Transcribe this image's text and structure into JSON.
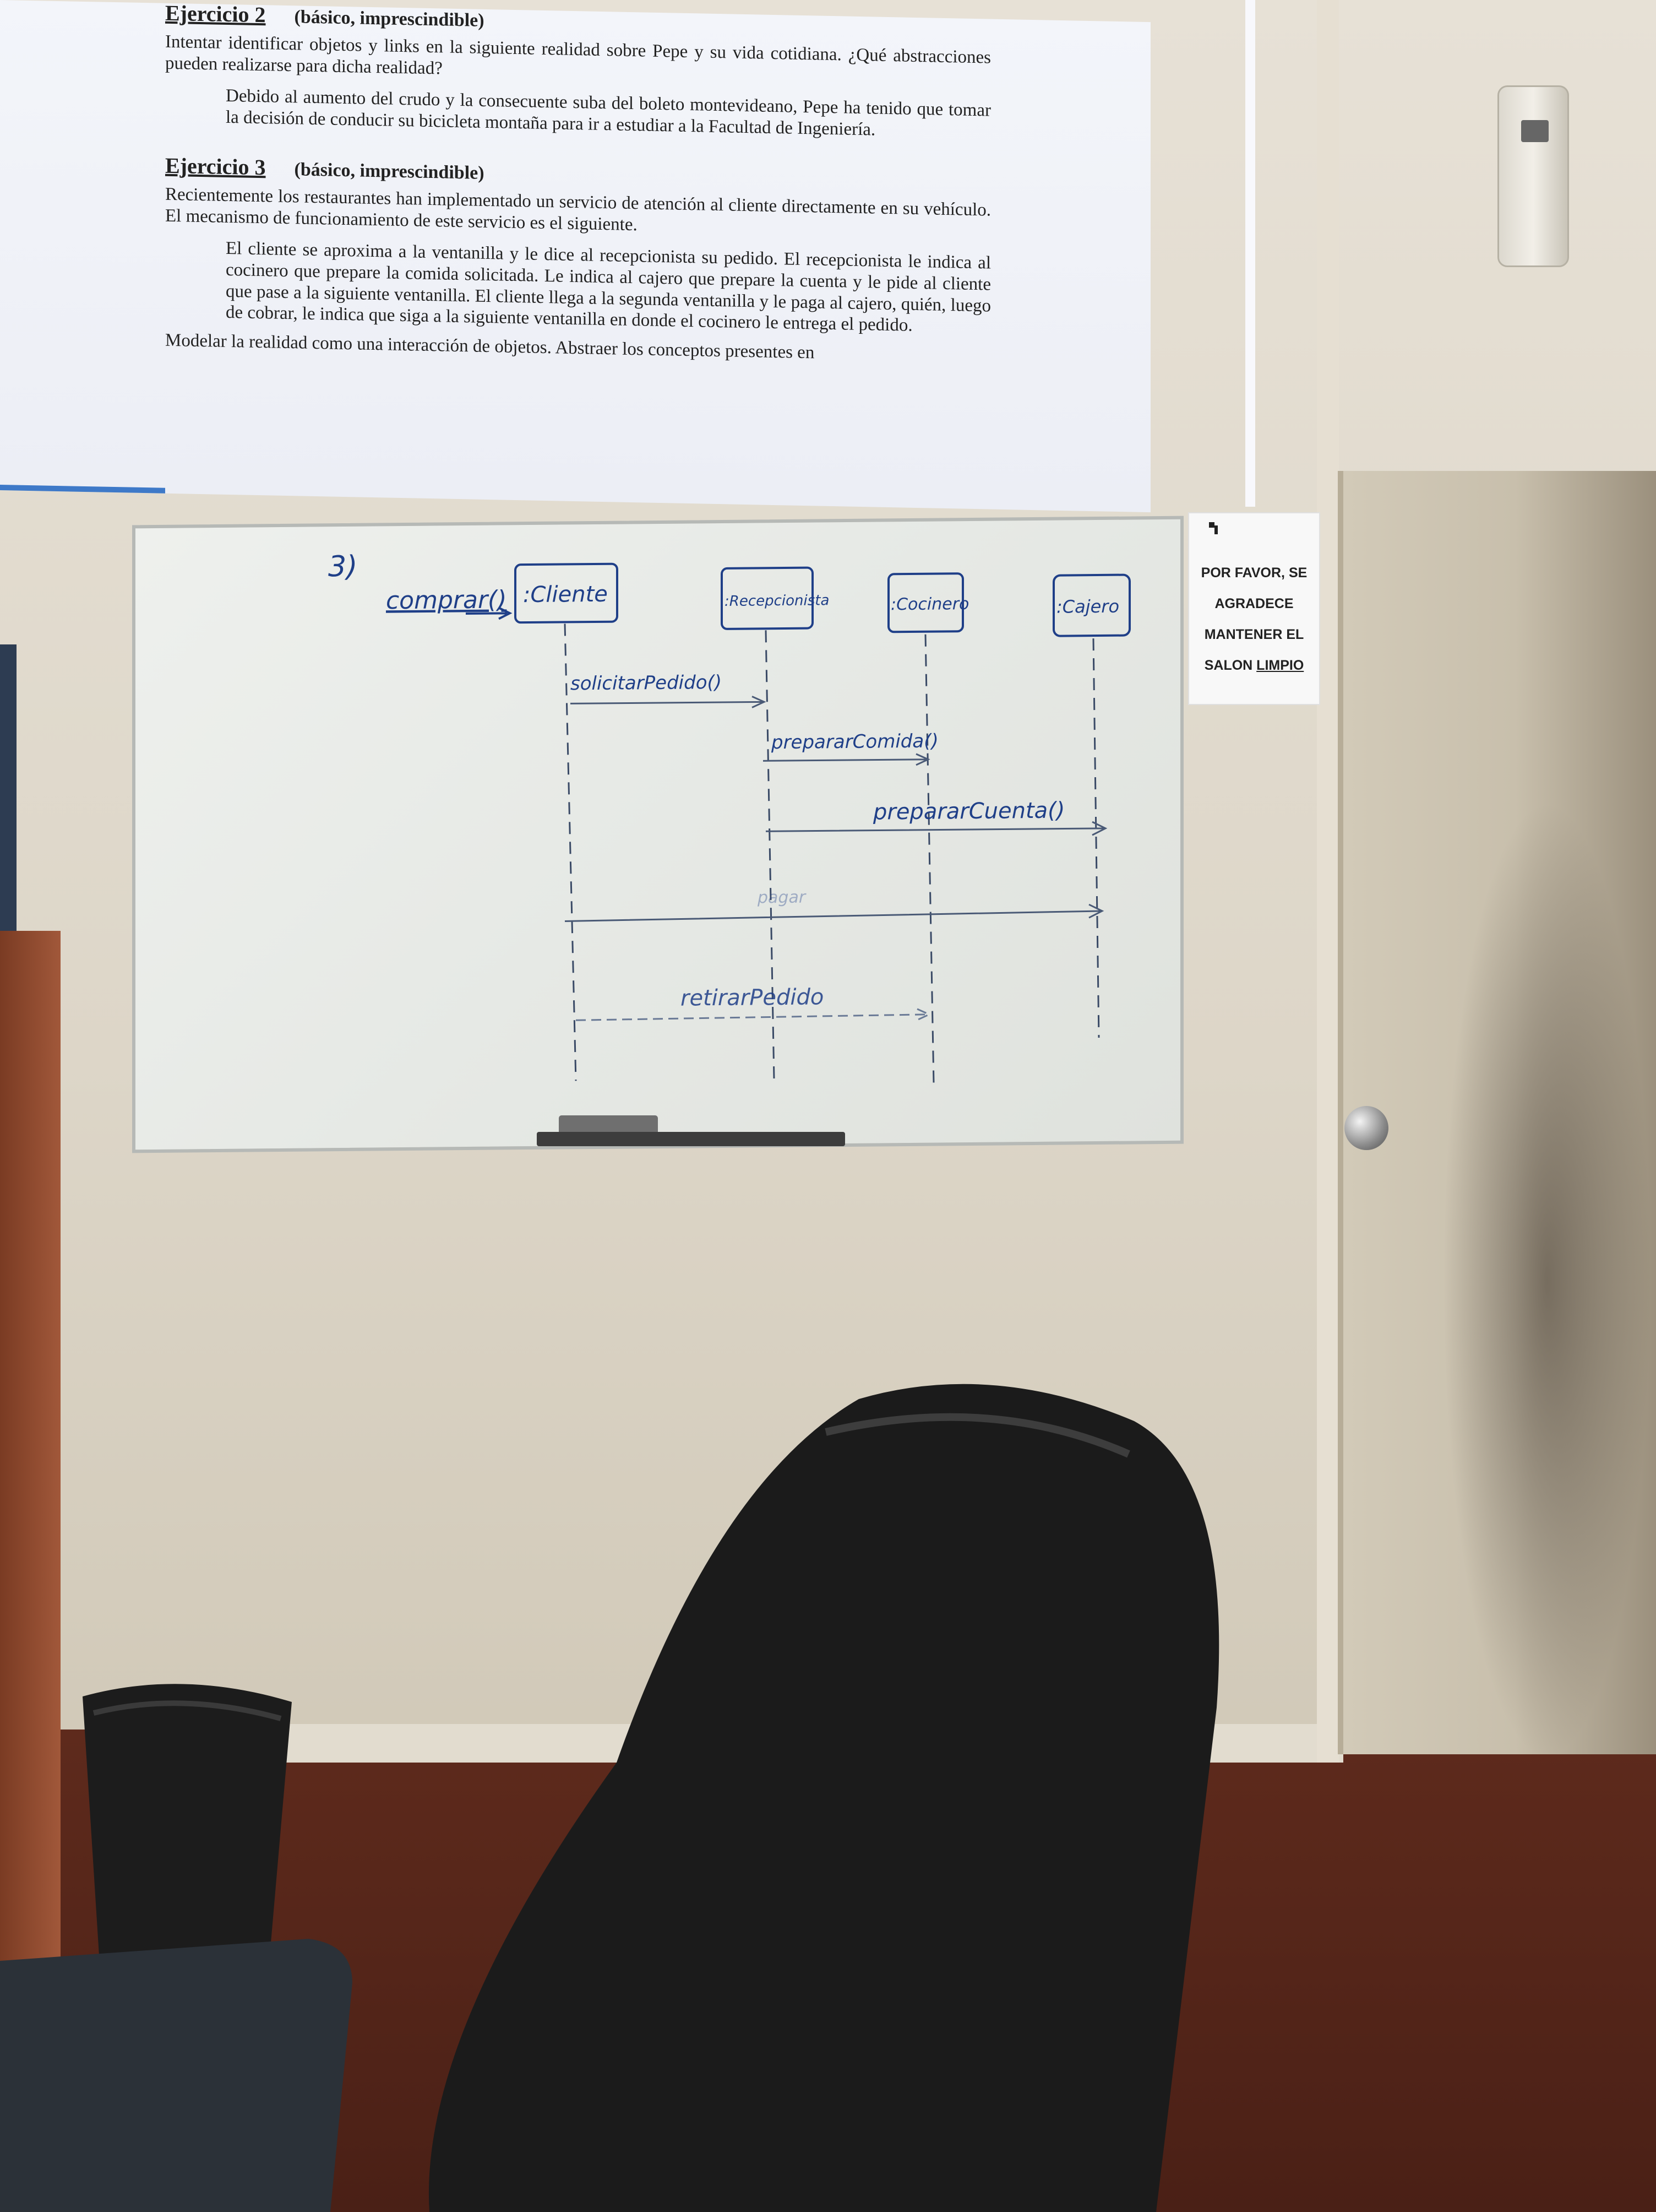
{
  "projection": {
    "ex2": {
      "title": "Ejercicio 2",
      "subtitle": "(básico, imprescindible)",
      "para": "Intentar identificar objetos y links en la siguiente realidad sobre Pepe y su vida cotidiana. ¿Qué abstracciones pueden realizarse para dicha realidad?",
      "quote": "Debido al aumento del crudo y la consecuente suba del boleto montevideano, Pepe ha tenido que tomar la decisión de conducir su bicicleta montaña para ir a estudiar a la Facultad de Ingeniería."
    },
    "ex3": {
      "title": "Ejercicio 3",
      "subtitle": "(básico, imprescindible)",
      "para": "Recientemente los restaurantes han implementado un servicio de atención al cliente directamente en su vehículo. El mecanismo de funcionamiento de este servicio es el siguiente.",
      "quote": "El cliente se aproxima a la ventanilla y le dice al recepcionista su pedido. El recepcionista le indica al cocinero que prepare la comida solicitada. Le indica al cajero que prepare la cuenta y le pide al cliente que pase a la siguiente ventanilla. El cliente llega a la segunda ventanilla y le paga al cajero, quién, luego de cobrar, le indica que siga a la siguiente ventanilla en donde el cocinero le entrega el pedido.",
      "last": "Modelar la realidad como una interacción de objetos. Abstraer los conceptos presentes en"
    }
  },
  "whiteboard": {
    "number": "3)",
    "actors": [
      ":Cliente",
      ":Recepcionista",
      ":Cocinero",
      ":Cajero"
    ],
    "messages": {
      "entry": "comprar()",
      "m1": "solicitarPedido()",
      "m2": "prepararComida()",
      "m3": "prepararCuenta()",
      "m4": "pagar",
      "m5": "retirarPedido"
    }
  },
  "notice": {
    "line1": "POR FAVOR, SE",
    "line2": "AGRADECE",
    "line3": "MANTENER EL",
    "line4a": "SALON ",
    "line4b": "LIMPIO"
  },
  "colors": {
    "marker": "#1f3f88",
    "wall": "#e2dccf",
    "floor": "#5e2a1c",
    "chair": "#1b1b1b"
  }
}
